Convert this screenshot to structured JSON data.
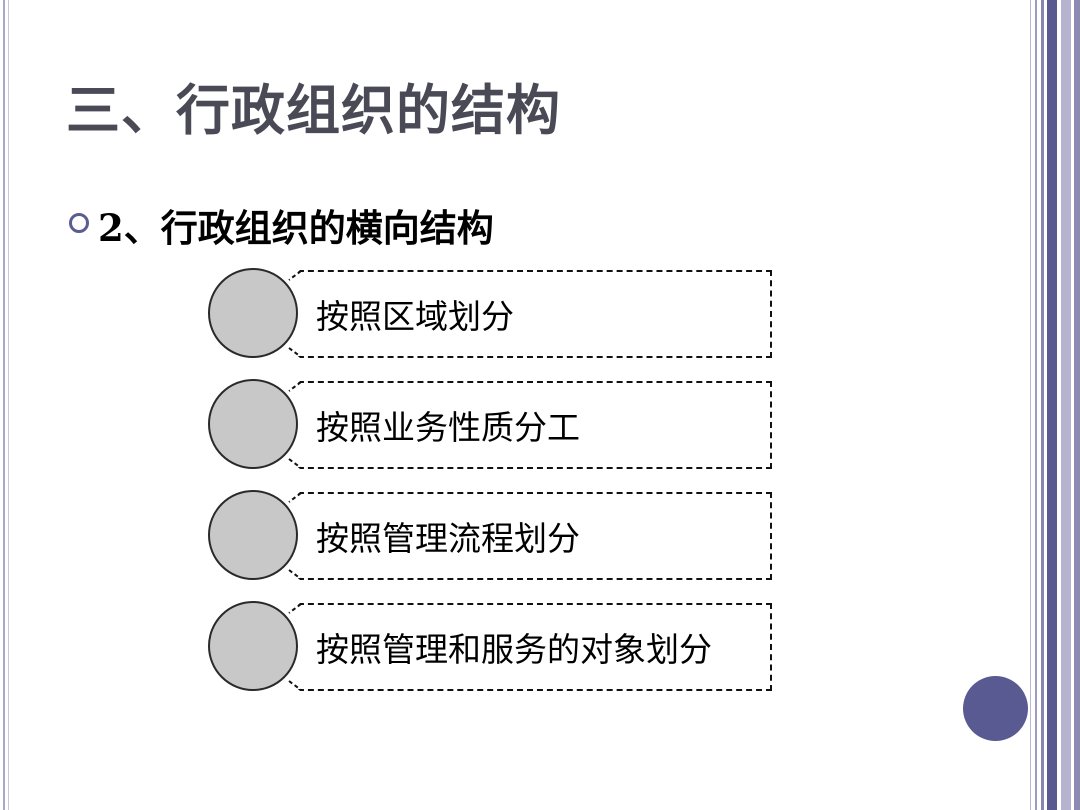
{
  "slide": {
    "title": "三、行政组织的结构",
    "subtitle": "2、行政组织的横向结构",
    "items": [
      {
        "label": "按照区域划分"
      },
      {
        "label": "按照业务性质分工"
      },
      {
        "label": "按照管理流程划分"
      },
      {
        "label": "按照管理和服务的对象划分"
      }
    ]
  },
  "colors": {
    "accent": "#5a5a92",
    "title_text": "#4a4a56",
    "circle_fill": "#c8c8c8"
  },
  "icons": {
    "bullet": "ring-bullet-icon",
    "item_marker": "circle-icon",
    "corner": "dot-icon"
  }
}
